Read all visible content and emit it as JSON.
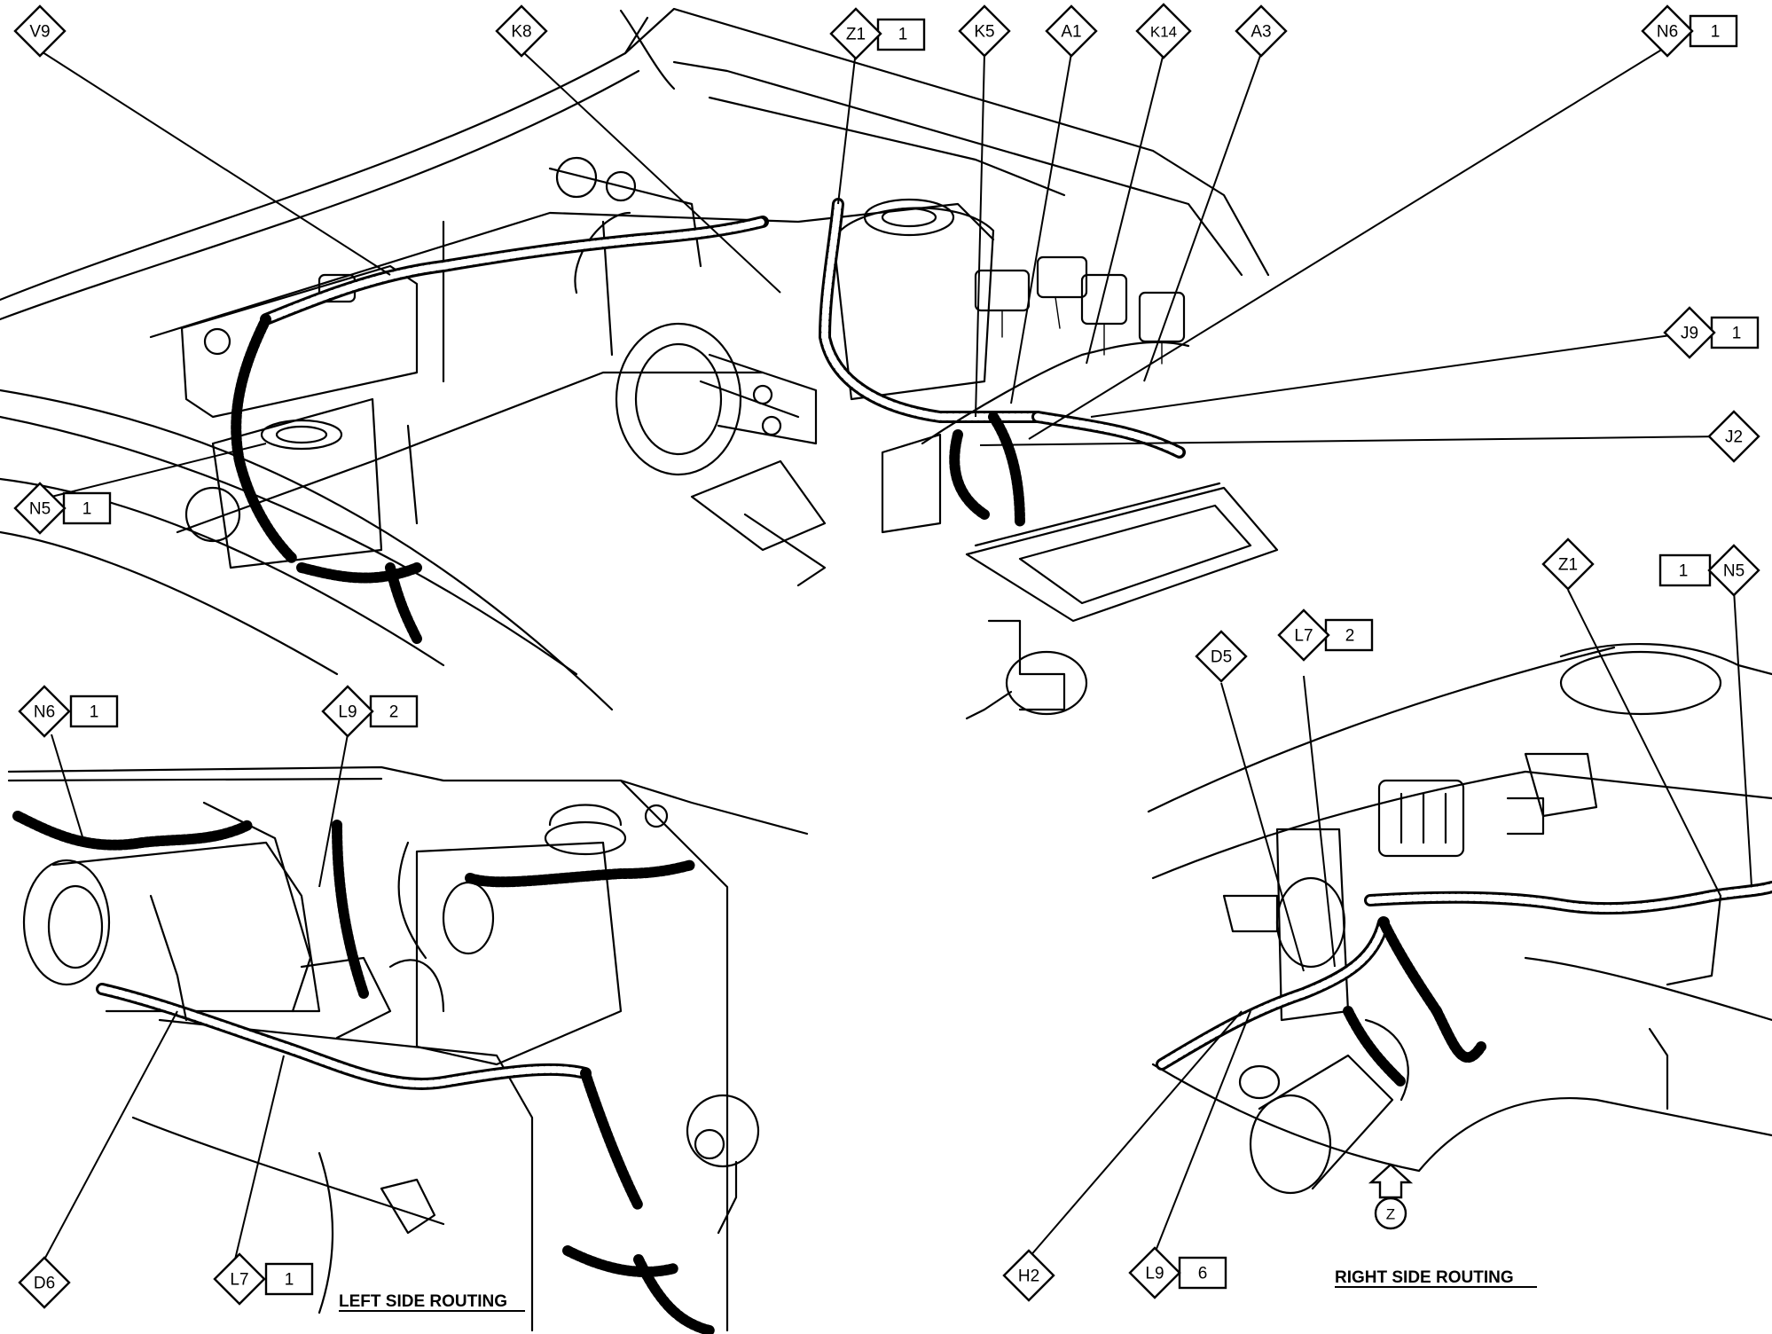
{
  "callouts": [
    {
      "id": "V9",
      "code": "V9",
      "num": ""
    },
    {
      "id": "K8",
      "code": "K8",
      "num": ""
    },
    {
      "id": "Z1",
      "code": "Z1",
      "num": "1"
    },
    {
      "id": "K5",
      "code": "K5",
      "num": ""
    },
    {
      "id": "A1",
      "code": "A1",
      "num": ""
    },
    {
      "id": "K14",
      "code": "K14",
      "num": ""
    },
    {
      "id": "A3",
      "code": "A3",
      "num": ""
    },
    {
      "id": "N6-top",
      "code": "N6",
      "num": "1"
    },
    {
      "id": "J9",
      "code": "J9",
      "num": "1"
    },
    {
      "id": "J2",
      "code": "J2",
      "num": ""
    },
    {
      "id": "N5-left",
      "code": "N5",
      "num": "1"
    },
    {
      "id": "N6-left",
      "code": "N6",
      "num": "1"
    },
    {
      "id": "L9-left",
      "code": "L9",
      "num": "2"
    },
    {
      "id": "D6",
      "code": "D6",
      "num": ""
    },
    {
      "id": "L7-left",
      "code": "L7",
      "num": "1"
    },
    {
      "id": "D5",
      "code": "D5",
      "num": ""
    },
    {
      "id": "L7-right",
      "code": "L7",
      "num": "2"
    },
    {
      "id": "Z1-right",
      "code": "Z1",
      "num": ""
    },
    {
      "id": "N5-right",
      "code": "N5",
      "num": "1"
    },
    {
      "id": "H2",
      "code": "H2",
      "num": ""
    },
    {
      "id": "L9-right",
      "code": "L9",
      "num": "6"
    }
  ],
  "view_marker": "Z",
  "captions": {
    "left": "LEFT SIDE ROUTING",
    "right": "RIGHT SIDE ROUTING"
  }
}
